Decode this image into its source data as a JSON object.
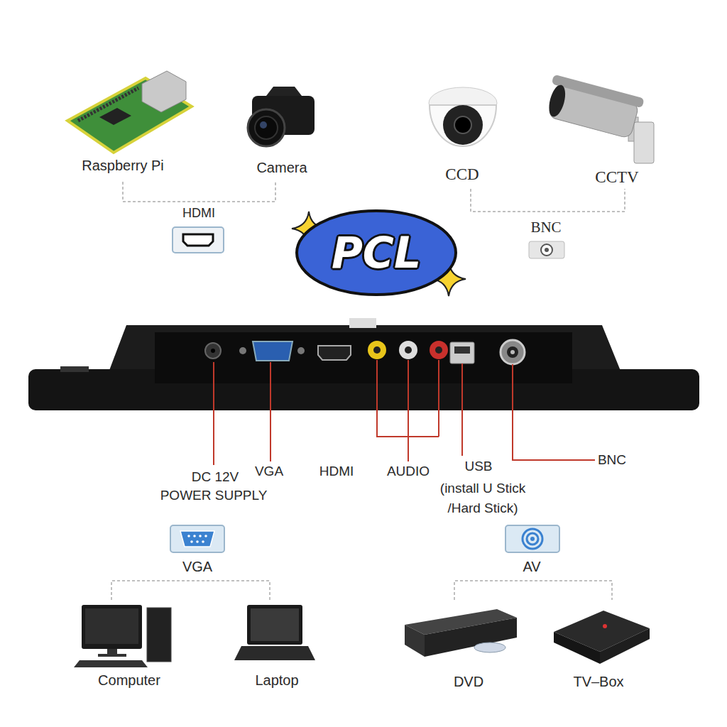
{
  "diagram": {
    "nodes": [
      {
        "text": [
          "PCL"
        ]
      }
    ],
    "labels": [
      "Raspberry Pi",
      "Camera",
      "CCD",
      "CCTV",
      "HDMI",
      "BNC",
      "DC 12V",
      "POWER SUPPLY",
      "VGA",
      "HDMI",
      "AUDIO",
      "USB",
      "(install U Stick /Hard Stick)",
      "BNC",
      "VGA",
      "AV",
      "Computer",
      "Laptop",
      "DVD",
      "TV–Box"
    ]
  }
}
